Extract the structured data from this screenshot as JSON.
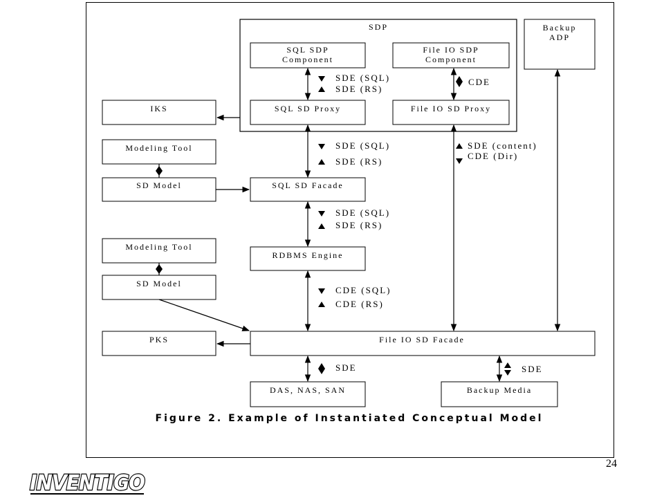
{
  "slide": {
    "page_number": "24"
  },
  "logo": {
    "text": "INVENTIGO"
  },
  "figure": {
    "caption": "Figure 2. Example of Instantiated Conceptual Model",
    "group": {
      "label": "SDP"
    },
    "boxes": {
      "backup_adp_line1": "Backup",
      "backup_adp_line2": "ADP",
      "sql_sdp_component_line1": "SQL SDP",
      "sql_sdp_component_line2": "Component",
      "file_io_sdp_component_line1": "File IO SDP",
      "file_io_sdp_component_line2": "Component",
      "iks": "IKS",
      "sql_sd_proxy": "SQL SD Proxy",
      "file_io_sd_proxy": "File IO SD Proxy",
      "modeling_tool_1": "Modeling Tool",
      "sd_model_1": "SD Model",
      "sql_sd_facade": "SQL SD Facade",
      "modeling_tool_2": "Modeling Tool",
      "rdbms_engine": "RDBMS Engine",
      "sd_model_2": "SD Model",
      "pks": "PKS",
      "file_io_sd_facade": "File IO SD Facade",
      "das_nas_san": "DAS, NAS, SAN",
      "backup_media": "Backup Media"
    },
    "annotations": {
      "sde_sql_1": "SDE (SQL)",
      "sde_rs_1": "SDE (RS)",
      "cde_1": "CDE",
      "sde_sql_2": "SDE (SQL)",
      "sde_rs_2": "SDE (RS)",
      "sde_content": "SDE (content)",
      "cde_dir": "CDE (Dir)",
      "sde_sql_3": "SDE (SQL)",
      "sde_rs_3": "SDE (RS)",
      "cde_sql": "CDE (SQL)",
      "cde_rs": "CDE (RS)",
      "sde_1": "SDE",
      "sde_2": "SDE"
    }
  }
}
